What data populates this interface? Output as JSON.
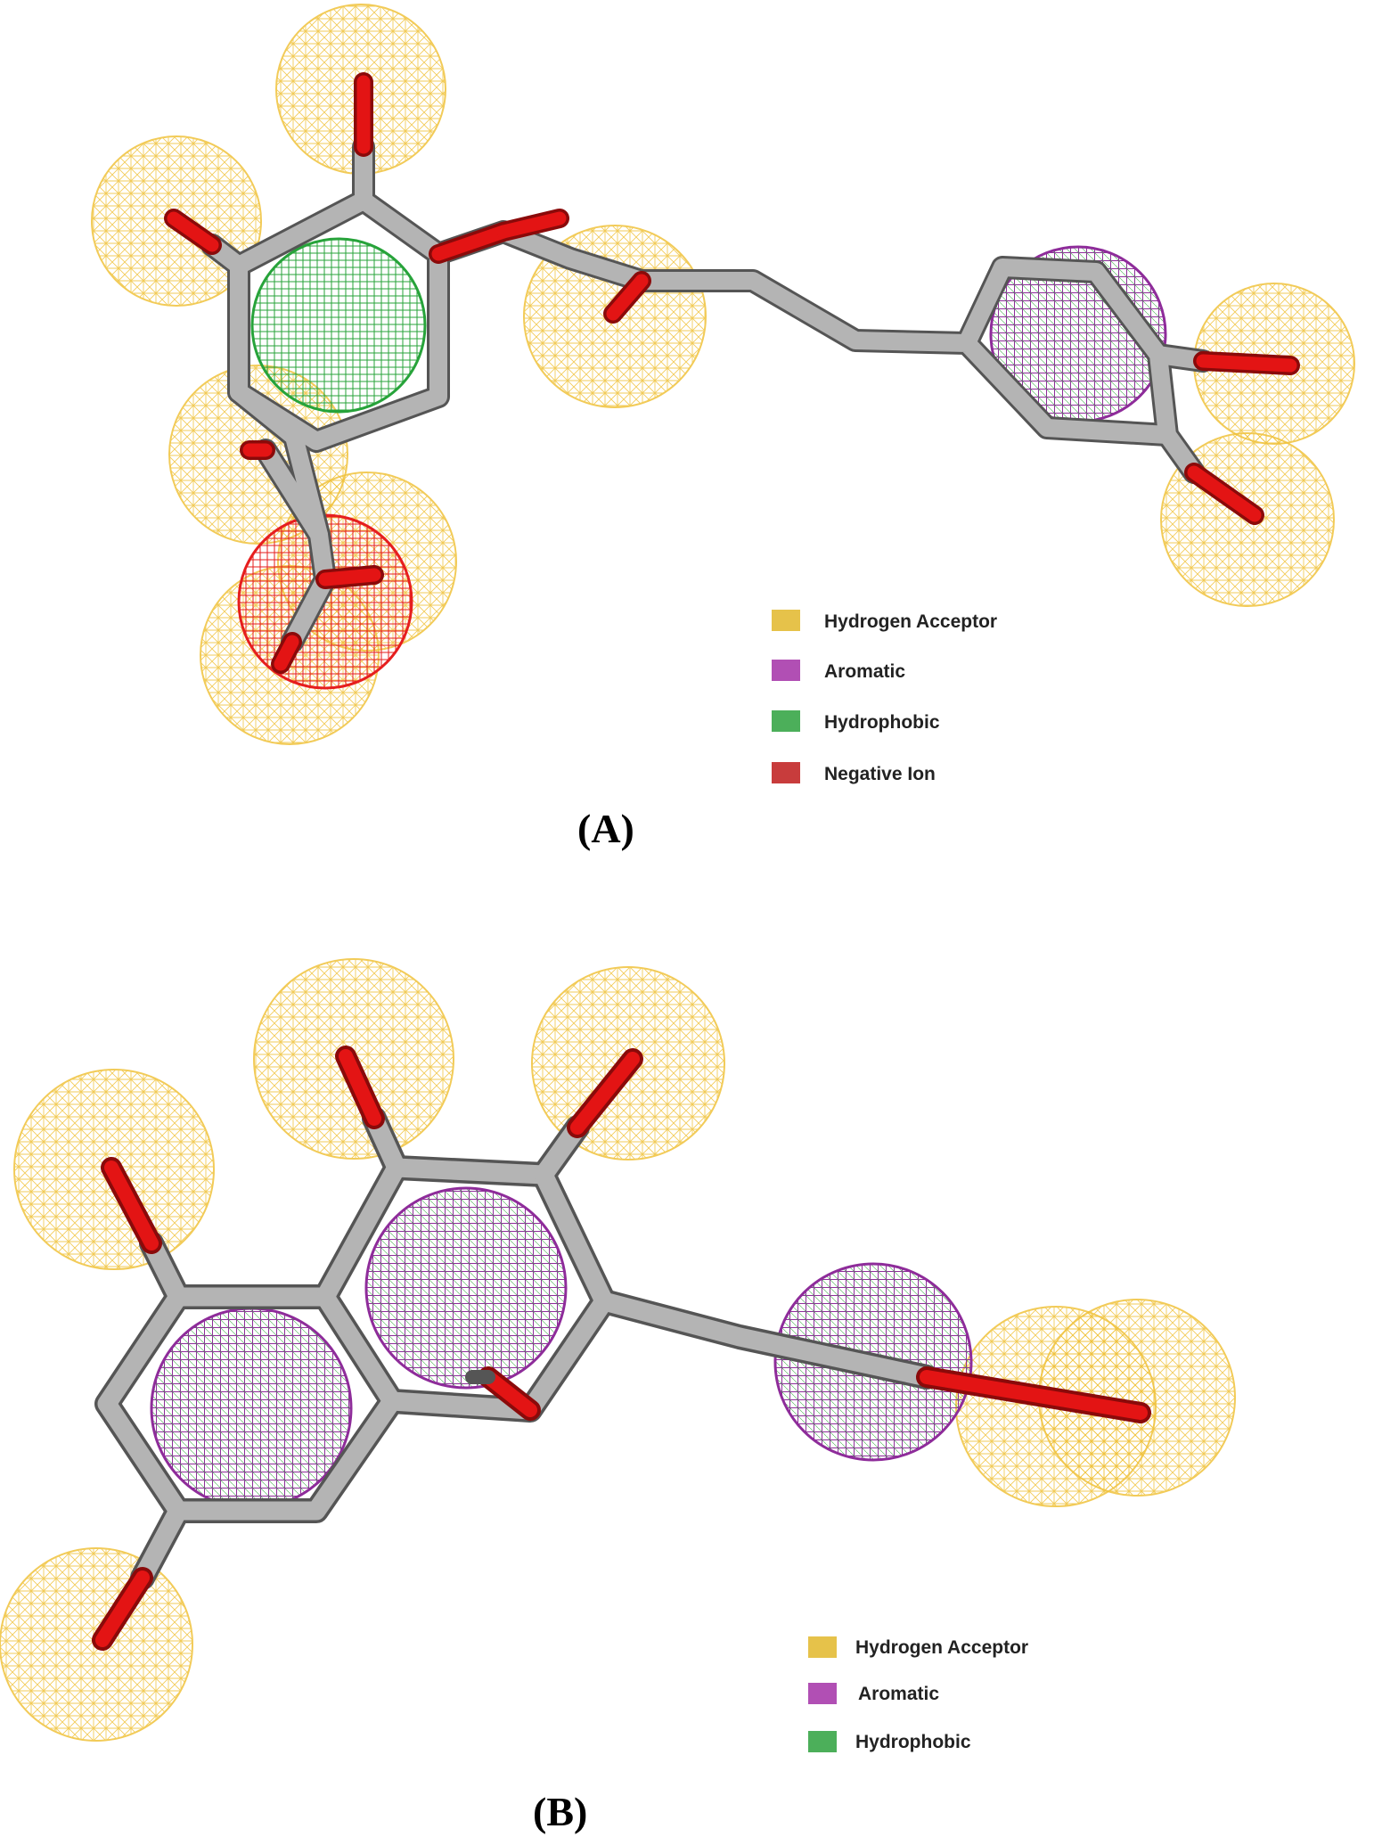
{
  "panel_a": {
    "label": "(A)",
    "legend": [
      {
        "text": "Hydrogen Acceptor",
        "color": "#e6c24a"
      },
      {
        "text": "Aromatic",
        "color": "#b14fb4"
      },
      {
        "text": "Hydrophobic",
        "color": "#4caf5a"
      },
      {
        "text": "Negative Ion",
        "color": "#c83c3c"
      }
    ]
  },
  "panel_b": {
    "label": "(B)",
    "legend": [
      {
        "text": "Hydrogen Acceptor",
        "color": "#e6c24a"
      },
      {
        "text": "Aromatic",
        "color": "#b14fb4"
      },
      {
        "text": "Hydrophobic",
        "color": "#4caf5a"
      }
    ]
  },
  "colors": {
    "bond": "#a9a9a9",
    "oxygen": "#e31414",
    "hydrogen_acceptor_mesh": "#f0c23c",
    "aromatic_mesh": "#8e2c9a",
    "hydrophobic_mesh": "#27a33a",
    "negative_ion_mesh": "#e61e1e"
  }
}
